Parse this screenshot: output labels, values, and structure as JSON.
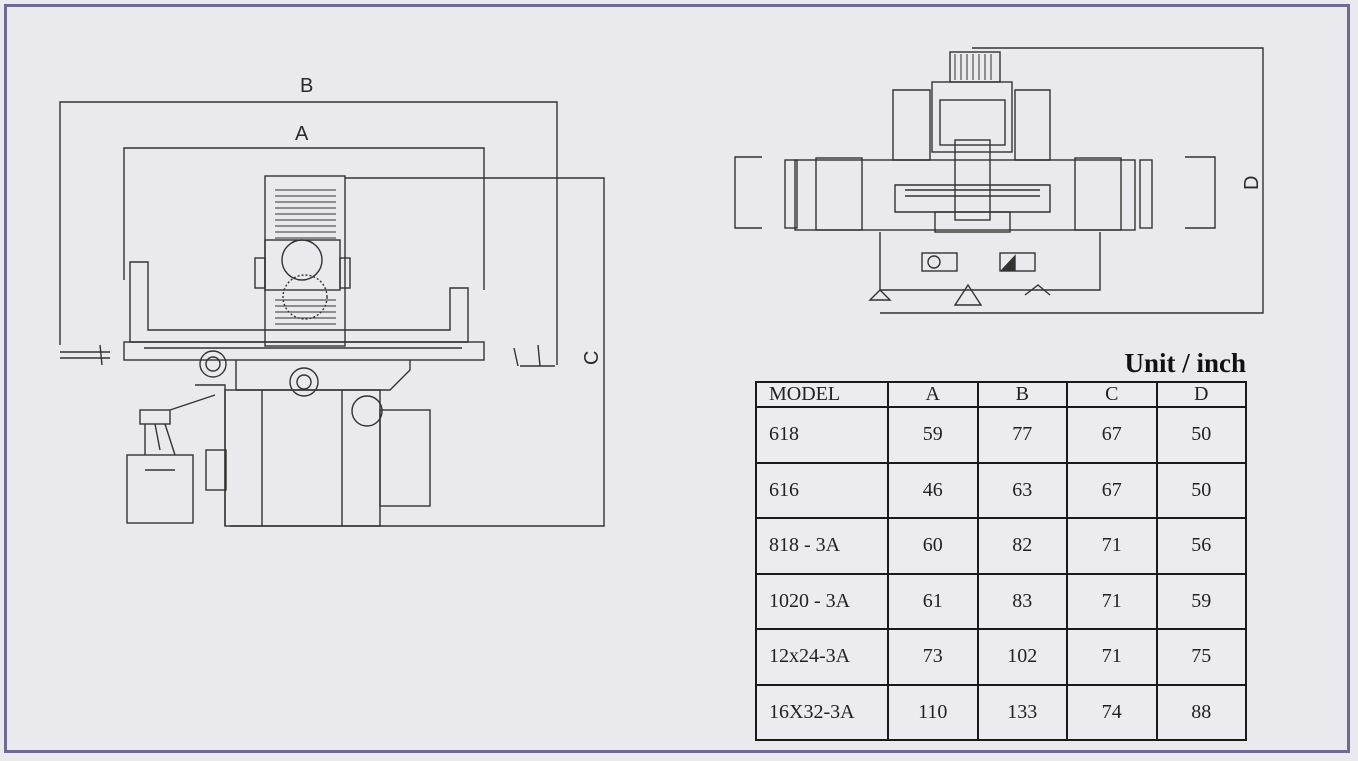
{
  "drawings": {
    "side_view": {
      "dimension_labels": {
        "a": "A",
        "b": "B",
        "c": "C"
      }
    },
    "front_view": {
      "dimension_labels": {
        "d": "D"
      }
    }
  },
  "unit_label": "Unit / inch",
  "table": {
    "headers": [
      "MODEL",
      "A",
      "B",
      "C",
      "D"
    ],
    "rows": [
      [
        "618",
        "59",
        "77",
        "67",
        "50"
      ],
      [
        "616",
        "46",
        "63",
        "67",
        "50"
      ],
      [
        "818 - 3A",
        "60",
        "82",
        "71",
        "56"
      ],
      [
        "1020 - 3A",
        "61",
        "83",
        "71",
        "59"
      ],
      [
        "12x24-3A",
        "73",
        "102",
        "71",
        "75"
      ],
      [
        "16X32-3A",
        "110",
        "133",
        "74",
        "88"
      ]
    ]
  }
}
